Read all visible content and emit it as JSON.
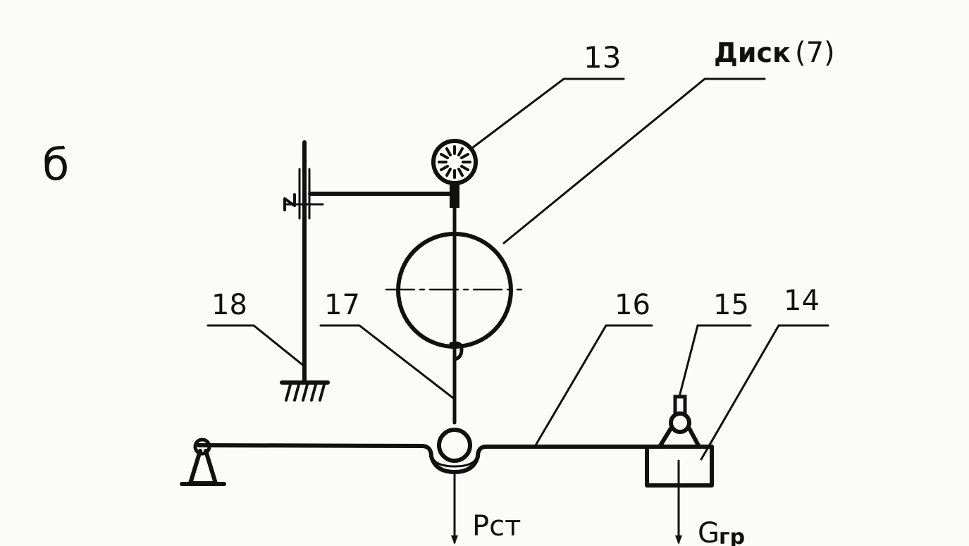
{
  "labels": {
    "figure_letter": "б",
    "n13": "13",
    "disk_word": "Диск",
    "disk_num": "(7)",
    "n18": "18",
    "n17": "17",
    "n16": "16",
    "n15": "15",
    "n14": "14",
    "p_force": "Рст",
    "g_force_main": "G",
    "g_force_sub": "гр"
  },
  "colors": {
    "ink": "#111111",
    "paper": "#fbfbfa"
  }
}
